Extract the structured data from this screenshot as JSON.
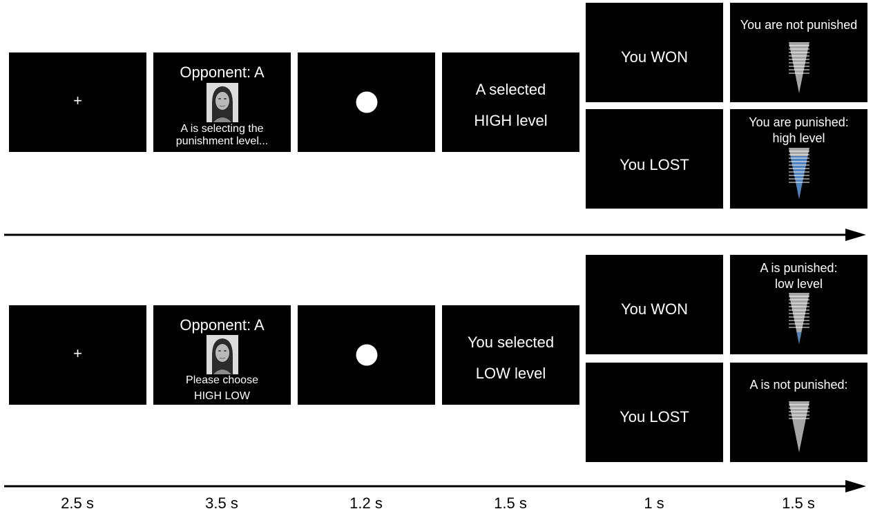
{
  "top_row": {
    "fixation": "+",
    "opponent_title": "Opponent: A",
    "selecting_line1": "A is selecting the",
    "selecting_line2": "punishment level...",
    "decision_line1": "A  selected",
    "decision_line2": "HIGH level",
    "won": "You WON",
    "lost": "You LOST",
    "won_feedback": "You are not punished",
    "lost_feedback_line1": "You are punished:",
    "lost_feedback_line2": "high level"
  },
  "bottom_row": {
    "fixation": "+",
    "opponent_title": "Opponent: A",
    "choose_line1": "Please choose",
    "choose_line2": "HIGH  LOW",
    "decision_line1": "You selected",
    "decision_line2": "LOW level",
    "won": "You WON",
    "lost": "You LOST",
    "won_feedback_line1": "A is  punished:",
    "won_feedback_line2": "low level",
    "lost_feedback": "A is not punished:"
  },
  "durations": [
    "2.5 s",
    "3.5 s",
    "1.2 s",
    "1.5 s",
    "1 s",
    "1.5 s"
  ],
  "colors": {
    "screen": "#000000",
    "meter_empty": "#a6a6a6",
    "meter_filled": "#4f81bd",
    "arrow": "#000000"
  }
}
